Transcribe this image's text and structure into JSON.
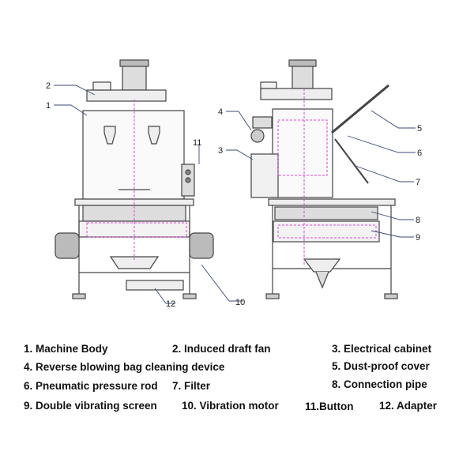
{
  "callouts": {
    "c1": "1",
    "c2": "2",
    "c3": "3",
    "c4": "4",
    "c5": "5",
    "c6": "6",
    "c7": "7",
    "c8": "8",
    "c9": "9",
    "c10": "10",
    "c11": "11",
    "c12": "12"
  },
  "legend": {
    "l1": "1. Machine Body",
    "l2": "2. Induced draft fan",
    "l3": "3. Electrical cabinet",
    "l4": "4. Reverse blowing bag cleaning device",
    "l5": "5. Dust-proof cover",
    "l6": "6. Pneumatic pressure rod",
    "l7": "7. Filter",
    "l8": "8. Connection pipe",
    "l9": "9. Double vibrating screen",
    "l10": "10. Vibration motor",
    "l11": "11.Button",
    "l12": "12. Adapter"
  },
  "colors": {
    "line": "#444444",
    "leader": "#3a4a7a",
    "pink": "#e040e0"
  }
}
